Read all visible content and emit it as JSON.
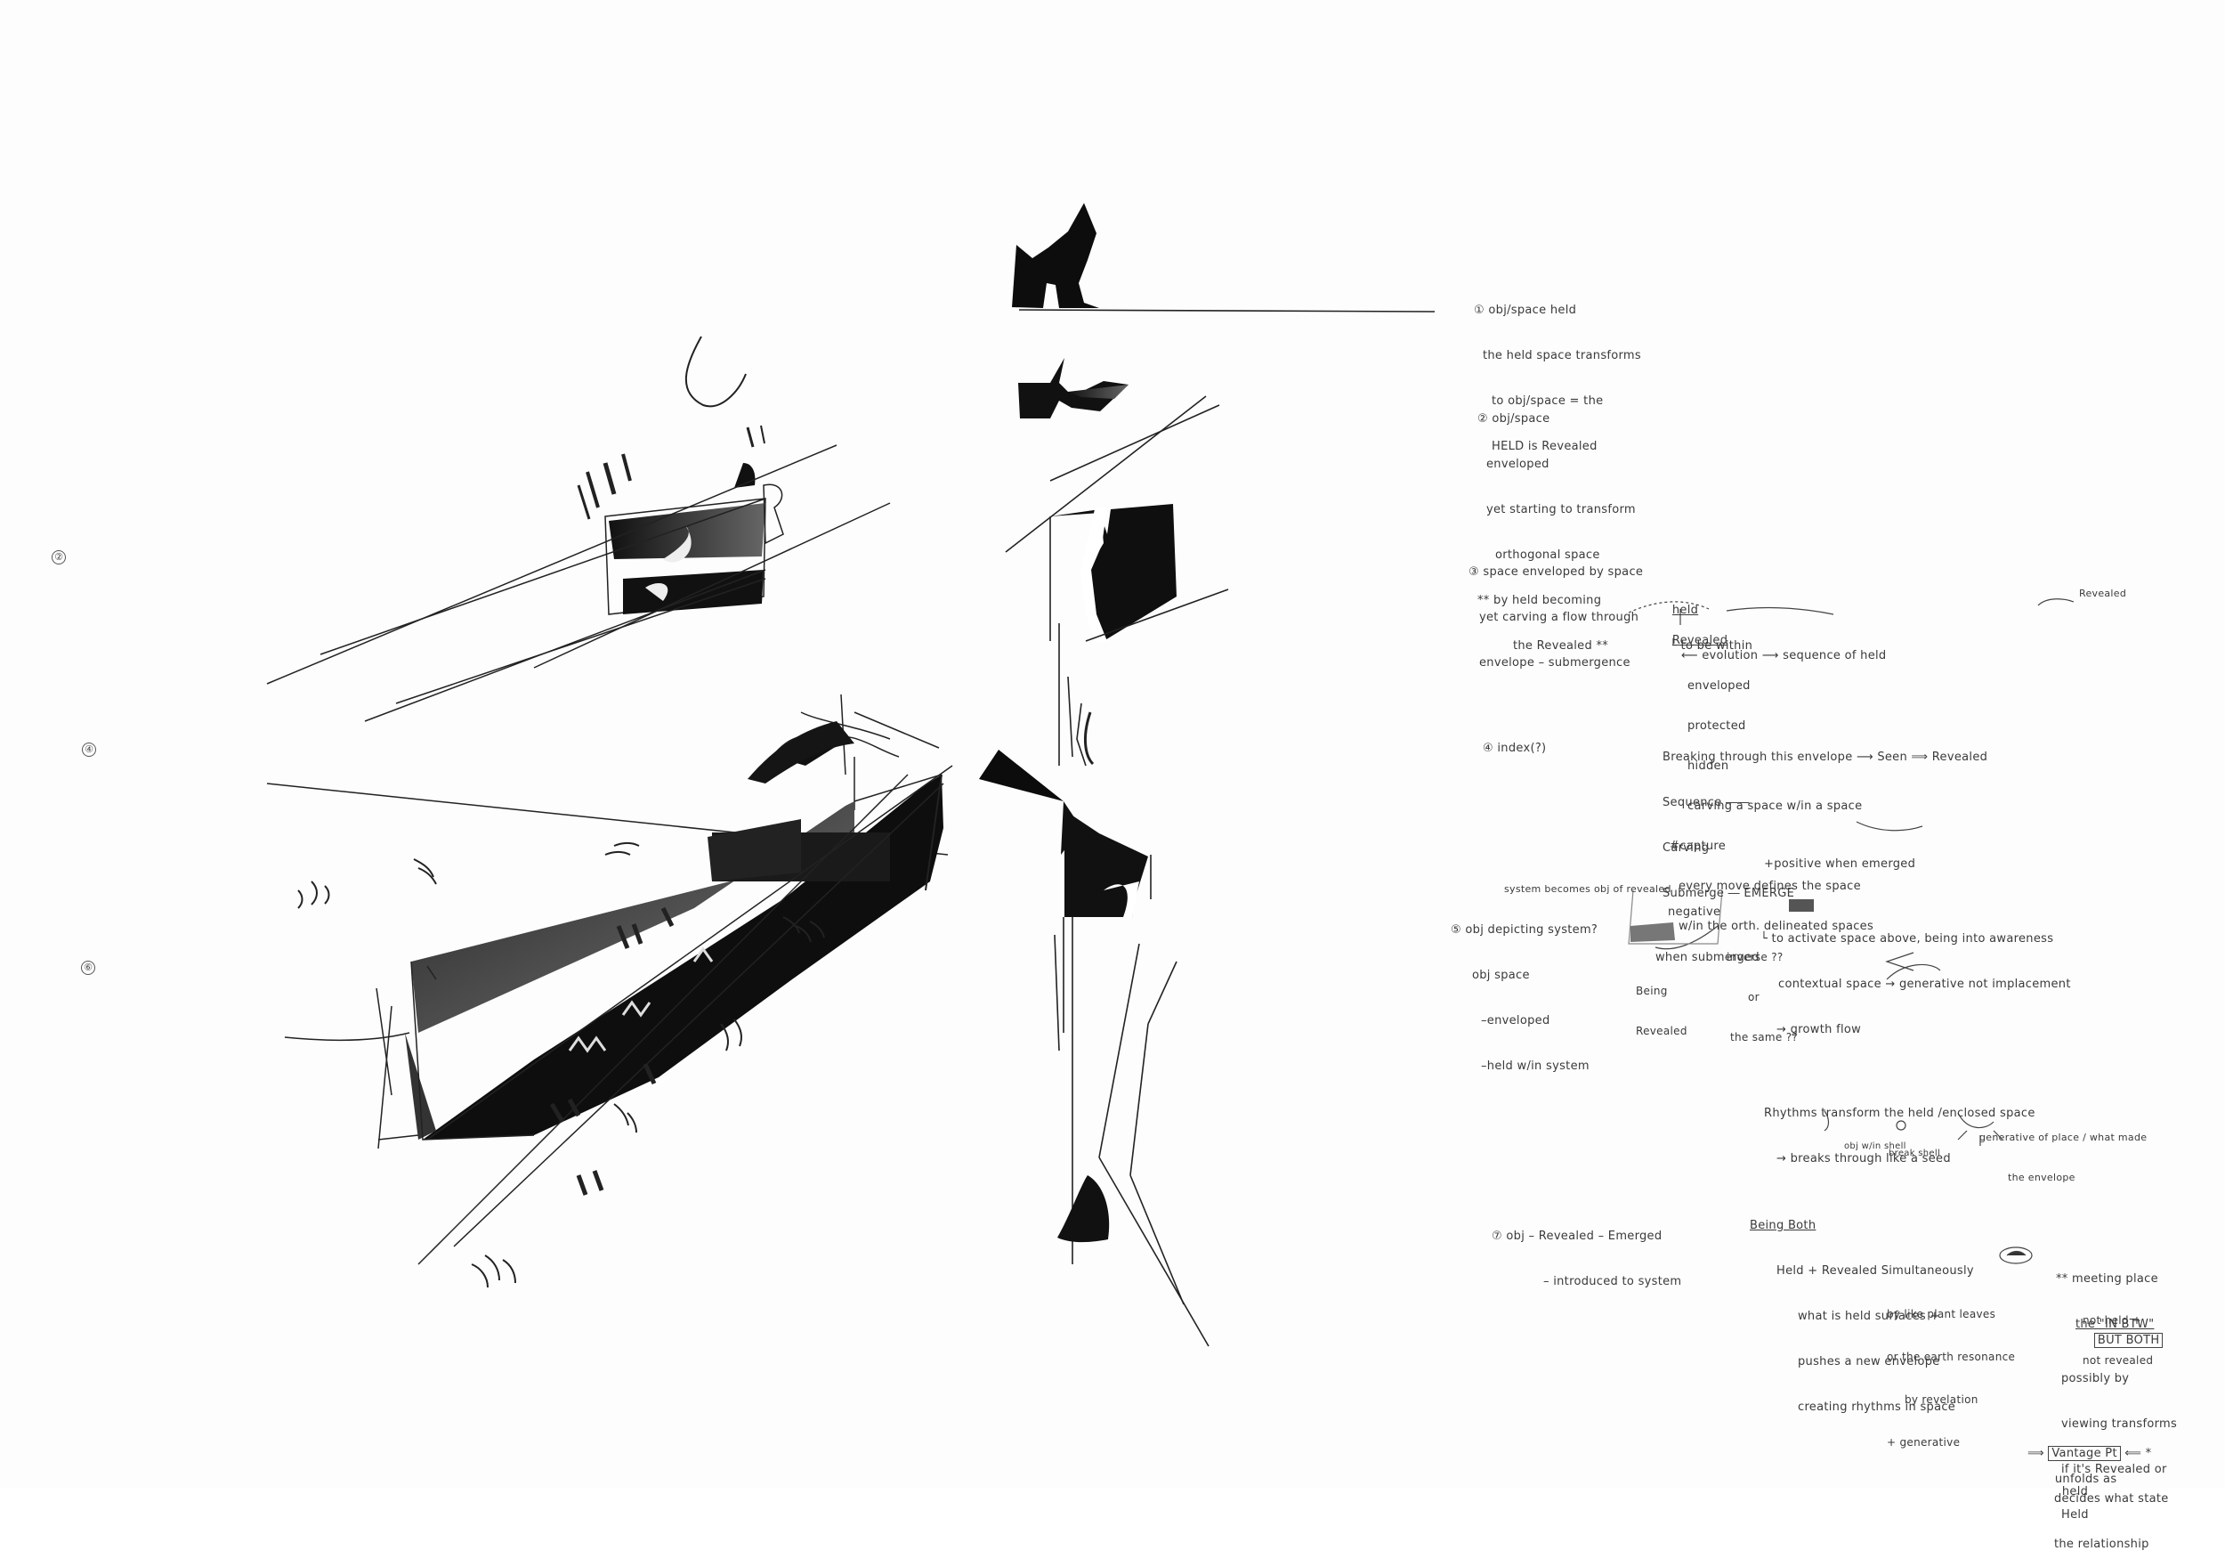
{
  "notes": {
    "n1": [
      "① obj/space held",
      "the held space transforms",
      "to obj/space = the",
      "HELD is Revealed"
    ],
    "n2": [
      "② obj/space",
      "enveloped",
      "yet starting to transform",
      "orthogonal space",
      "** by held becoming",
      "the Revealed **"
    ],
    "n3": [
      "③ space enveloped by space",
      "yet carving a flow through",
      "envelope – submergence"
    ],
    "n4": {
      "header_left": "held",
      "header_mid": "Revealed",
      "evolution": "⟵ evolution ⟶ sequence of held",
      "revealed_right": "Revealed",
      "list": [
        "└ to be within",
        "enveloped",
        "protected",
        "hidden",
        "carving a space w/in a space",
        "#capture",
        "every move defines the space",
        "w/in the orth. delineated spaces"
      ],
      "breaking": "Breaking through this envelope ⟶ Seen ⟹ Revealed",
      "sequence": "Sequence ――",
      "carving": "Carving",
      "submerge": "Submerge ― EMERGE",
      "activate": "└ to activate space above, being into awareness",
      "contextual": "contextual space → generative not implacement",
      "growth": "→ growth flow"
    },
    "n4_label": "④ index(?)",
    "n5": {
      "system": "system becomes obj of revealed",
      "left": [
        "⑤ obj depicting system?",
        "obj space",
        "–enveloped",
        "–held w/in system"
      ],
      "negative": "negative",
      "submerged": "when submerged",
      "positive": "+positive when emerged",
      "inverse": "inverse ??",
      "or": "or",
      "same": "the same ??",
      "being": "Being",
      "revealed": "Revealed"
    },
    "n6": {
      "rhythms": "Rhythms transform the held /enclosed space",
      "breaks": "→ breaks through like a seed",
      "generative": "generative of place / what made",
      "envelope": "the envelope",
      "obj_shell": "obj w/in shell",
      "break_shell": "break shell"
    },
    "n7": [
      "⑦ obj – Revealed – Emerged",
      "– introduced to system"
    ],
    "n8": {
      "being_both": "Being Both",
      "held_revealed": "Held + Revealed Simultaneously",
      "what_is_held": "what is held surfaces +",
      "pushes": "pushes a new envelope",
      "creating": "creating rhythms in space",
      "like_plant": "by like plant leaves",
      "earth": "or the earth resonance",
      "revelation": "by revelation",
      "generative": "+ generative",
      "meeting": "** meeting place",
      "in_btw": "the \"IN BTW\"",
      "not_held": "not held +",
      "not_revealed": "not revealed",
      "but_both": "BUT BOTH",
      "possibly": "possibly by",
      "viewing": "viewing transforms",
      "if_its": "if it's Revealed or",
      "held": "Held"
    },
    "n9": {
      "vantage": "Vantage Pt",
      "decides": "decides what state",
      "relationship": "the relationship",
      "unfolds": "unfolds as",
      "held": "held"
    }
  },
  "markers": [
    "②",
    "④",
    "⑥"
  ]
}
